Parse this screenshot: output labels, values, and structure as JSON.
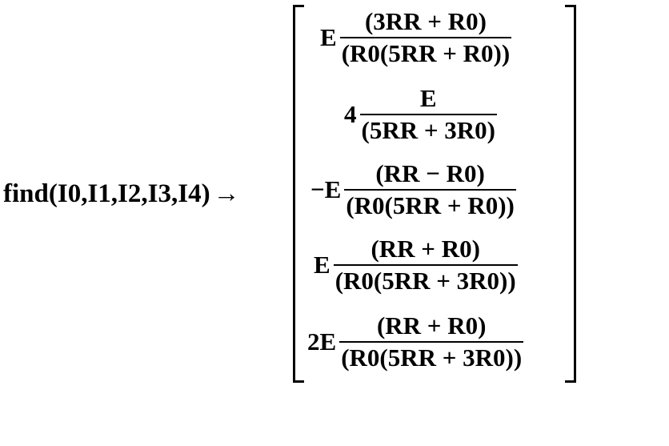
{
  "lhs": {
    "expression": "find(I0,I1,I2,I3,I4)",
    "arrow": "→"
  },
  "entries": [
    {
      "coef": "E",
      "num": "(3RR + R0)",
      "den": "(R0(5RR + R0))"
    },
    {
      "coef": "4",
      "num": "E",
      "den": "(5RR + 3R0)"
    },
    {
      "coef": "−E",
      "num": "(RR − R0)",
      "den": "(R0(5RR + R0))"
    },
    {
      "coef": "E",
      "num": "(RR + R0)",
      "den": "(R0(5RR + 3R0))"
    },
    {
      "coef": "2E",
      "num": "(RR + R0)",
      "den": "(R0(5RR + 3R0))"
    }
  ]
}
